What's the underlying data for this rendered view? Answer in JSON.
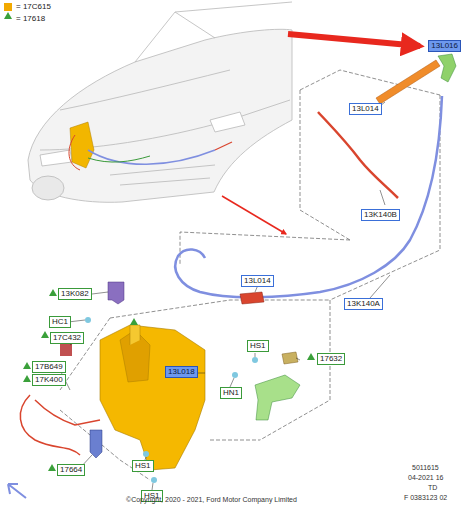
{
  "diagram": {
    "labels": [
      "13L016",
      "13L014",
      "13K140B",
      "13K140A",
      "13L014",
      "13K082",
      "HC1",
      "17C432",
      "17B649",
      "17K400",
      "13L018",
      "HS1",
      "17632",
      "HN1",
      "17664",
      "HS1",
      "HS1",
      "5011615",
      "04-2021 16",
      "TD",
      "F 0383123 02",
      "©Copyright, 2020 - 2021, Ford Motor Company Limited"
    ],
    "legend": [
      {
        "text": "= 17C615",
        "color": "#f2a900"
      },
      {
        "text": "= 17618"
      }
    ]
  }
}
